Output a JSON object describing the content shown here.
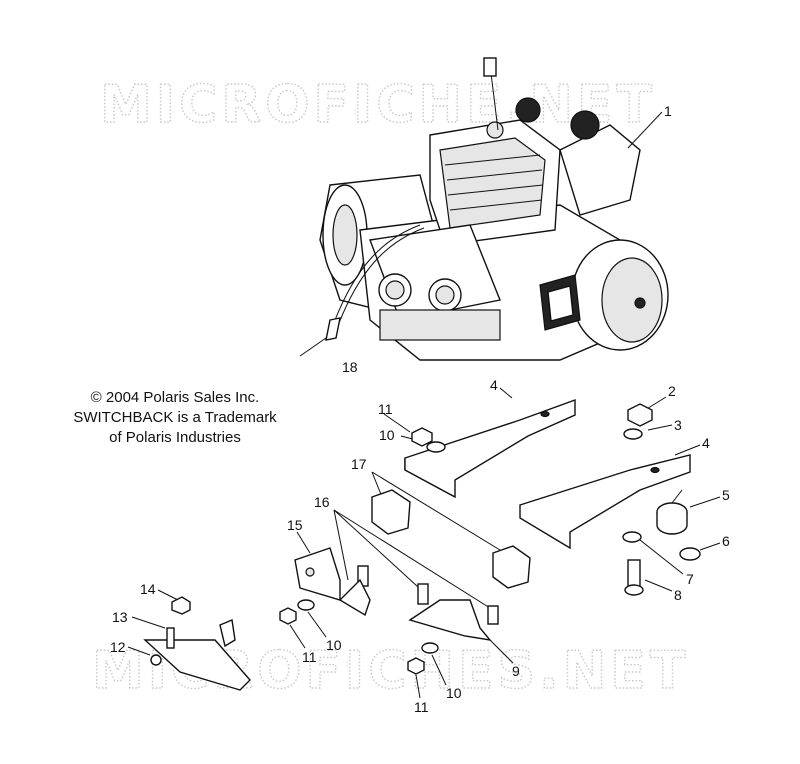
{
  "watermark_top": "MICROFICHE.NET",
  "watermark_bottom": "MICROFICHES.NET",
  "copyright_lines": [
    "© 2004 Polaris Sales Inc.",
    "SWITCHBACK is a Trademark",
    "of Polaris Industries"
  ],
  "callouts": [
    "1",
    "2",
    "3",
    "4",
    "4",
    "5",
    "6",
    "7",
    "8",
    "9",
    "10",
    "10",
    "10",
    "11",
    "11",
    "11",
    "12",
    "13",
    "14",
    "15",
    "16",
    "17",
    "18"
  ]
}
